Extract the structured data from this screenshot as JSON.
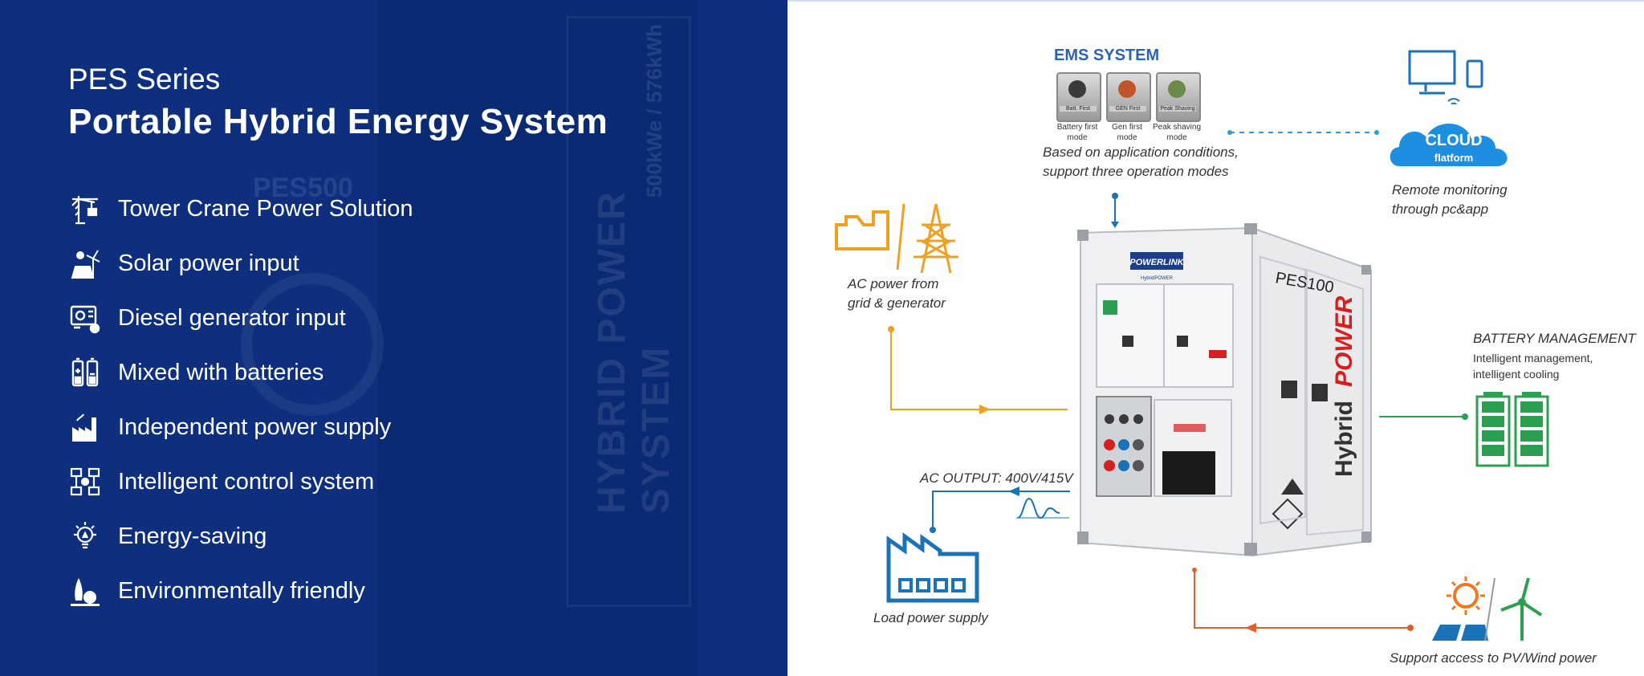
{
  "header": {
    "subtitle": "PES Series",
    "title": "Portable Hybrid Energy System"
  },
  "features": [
    {
      "icon": "tower-crane-icon",
      "label": "Tower Crane Power Solution"
    },
    {
      "icon": "solar-wind-icon",
      "label": "Solar power input"
    },
    {
      "icon": "diesel-generator-icon",
      "label": "Diesel generator input"
    },
    {
      "icon": "battery-icon",
      "label": "Mixed with batteries"
    },
    {
      "icon": "factory-icon",
      "label": "Independent power supply"
    },
    {
      "icon": "control-network-icon",
      "label": "Intelligent control system"
    },
    {
      "icon": "lightbulb-icon",
      "label": "Energy-saving"
    },
    {
      "icon": "tree-icon",
      "label": "Environmentally friendly"
    }
  ],
  "diagram": {
    "ems": {
      "title": "EMS SYSTEM",
      "modes": [
        {
          "screen": "Batt. First",
          "label_1": "Battery first",
          "label_2": "mode"
        },
        {
          "screen": "GEN First",
          "label_1": "Gen first",
          "label_2": "mode"
        },
        {
          "screen": "Peak Shaving",
          "label_1": "Peak shaving",
          "label_2": "mode"
        }
      ],
      "caption_1": "Based on application conditions,",
      "caption_2": "support three operation modes"
    },
    "cloud": {
      "title": "CLOUD",
      "subtitle": "flatform",
      "caption_1": "Remote monitoring",
      "caption_2": "through pc&app"
    },
    "ac_input": {
      "caption_1": "AC power from",
      "caption_2": "grid & generator"
    },
    "battery": {
      "title": "BATTERY MANAGEMENT",
      "caption_1": "Intelligent management,",
      "caption_2": "intelligent cooling"
    },
    "ac_output": {
      "caption": "AC OUTPUT: 400V/415V"
    },
    "load": {
      "caption": "Load power supply"
    },
    "renewables": {
      "caption": "Support access to PV/Wind power"
    },
    "unit": {
      "model": "PES100",
      "brand": "POWERLINK",
      "brand_sub": "HybridPOWER",
      "side_text_1": "Hybrid",
      "side_text_2": "POWER"
    }
  },
  "background_watermark": {
    "vertical_text": "HYBRID POWER SYSTEM",
    "model_text": "PES500",
    "spec_text": "500kWe / 576kWh"
  },
  "colors": {
    "left_panel": "#0d2f7e",
    "orange_flow": "#f0a020",
    "blue_flow": "#1a72b8",
    "teal_flow": "#2a9fd0",
    "green_flow": "#2aa050",
    "red_flow": "#e0602a",
    "brand_red": "#d62020",
    "ems_blue": "#2b62b3"
  }
}
